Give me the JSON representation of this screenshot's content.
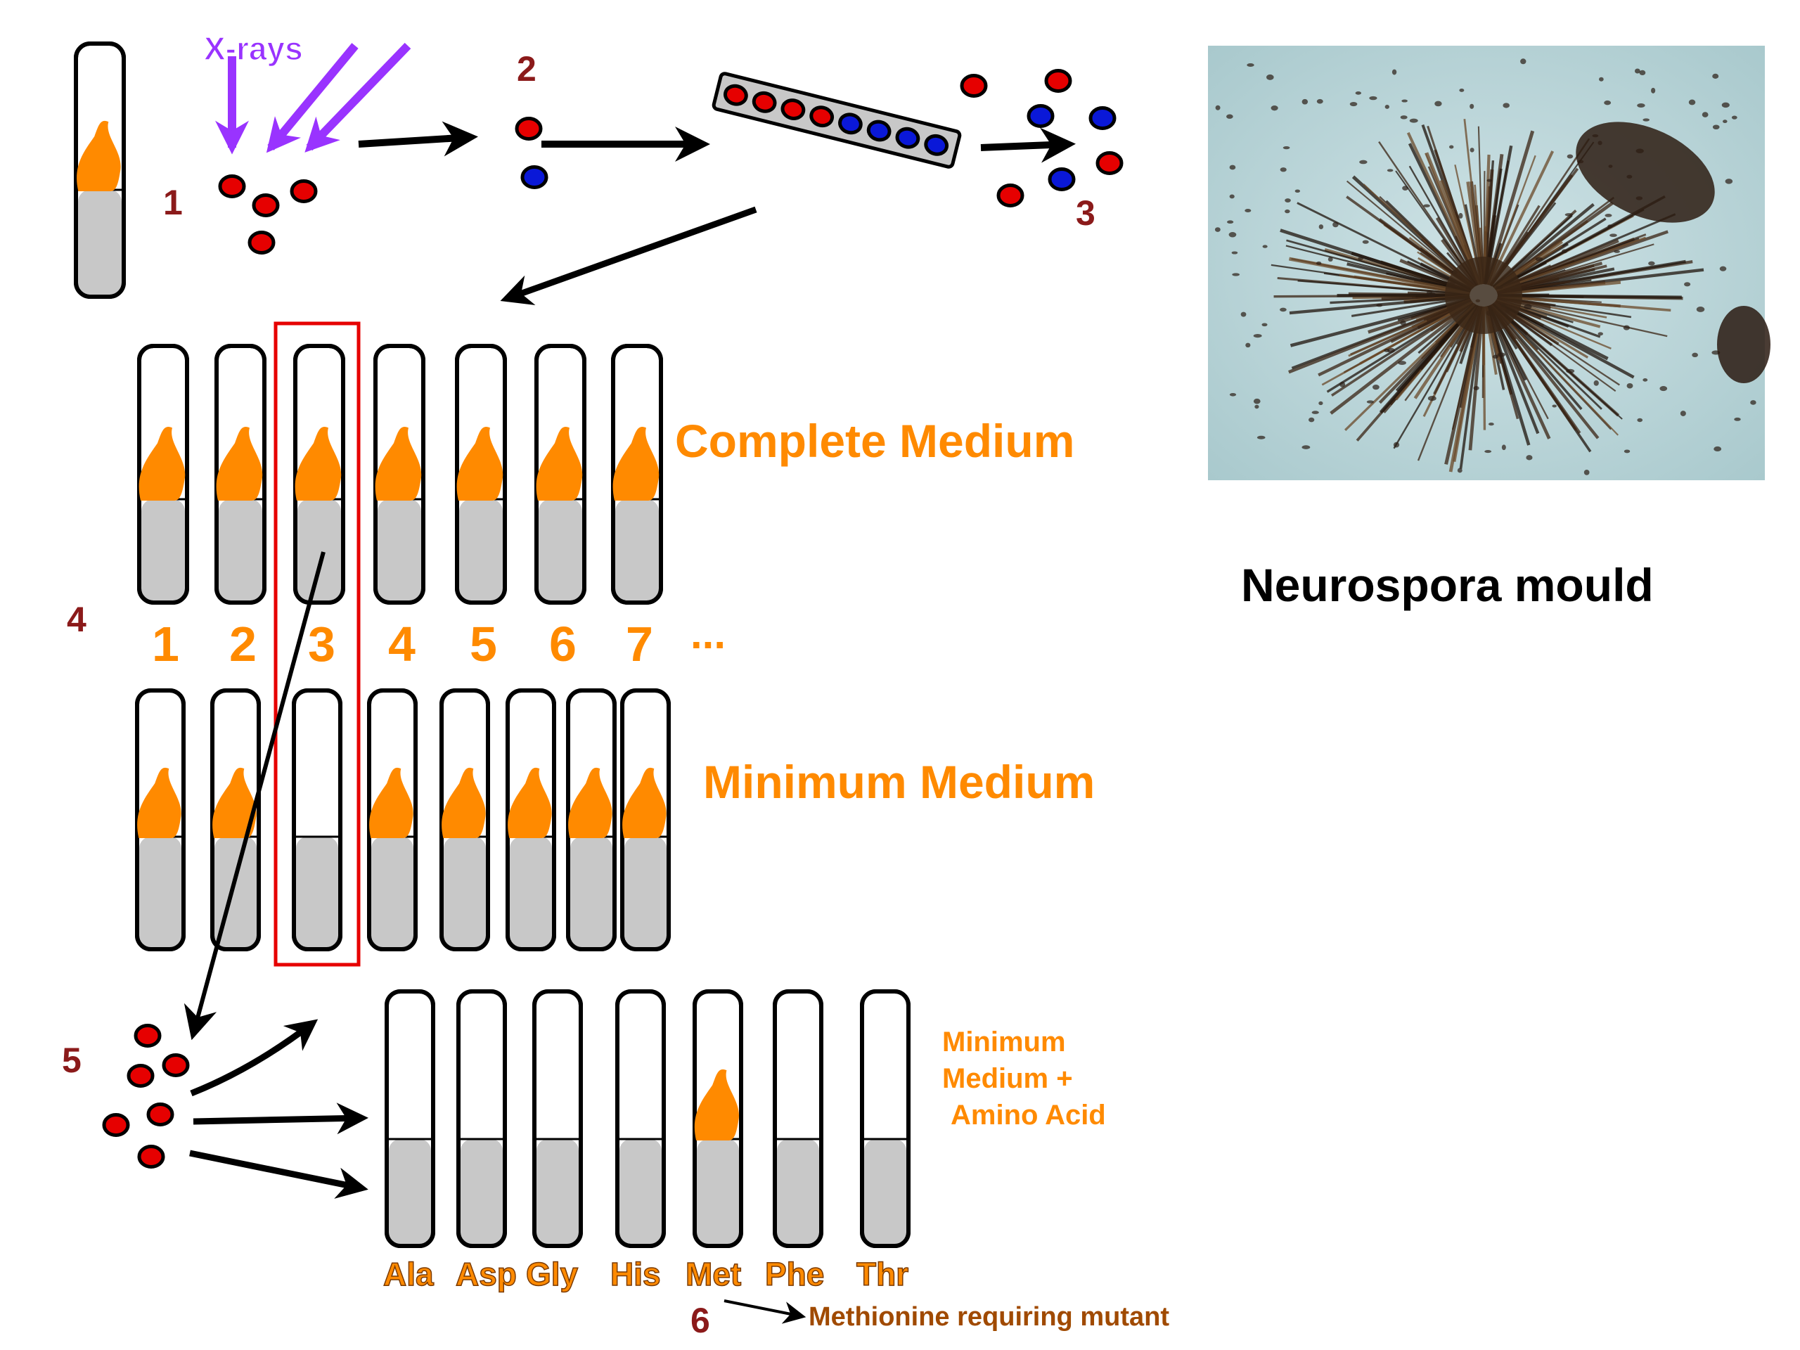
{
  "labels": {
    "xrays": "X-rays",
    "step1": "1",
    "step2": "2",
    "step3": "3",
    "step4": "4",
    "step5": "5",
    "step6": "6",
    "complete_medium": "Complete Medium",
    "minimum_medium": "Minimum Medium",
    "supplement_line1": "Minimum",
    "supplement_line2": "Medium +",
    "supplement_line3": "Amino Acid",
    "mould_caption": "Neurospora mould",
    "mutant_label": "Methionine requiring mutant",
    "ellipsis": "..."
  },
  "tube_numbers": [
    "1",
    "2",
    "3",
    "4",
    "5",
    "6",
    "7"
  ],
  "amino_acids": [
    "Ala",
    "Asp",
    "Gly",
    "His",
    "Met",
    "Phe",
    "Thr"
  ],
  "complete_growth": [
    true,
    true,
    true,
    true,
    true,
    true,
    true
  ],
  "minimum_growth": [
    true,
    true,
    false,
    true,
    true,
    true,
    true,
    true
  ],
  "amino_growth": [
    false,
    false,
    false,
    false,
    true,
    false,
    false
  ],
  "colors": {
    "orange": "#ff8a00",
    "purple": "#9933ff",
    "dark_red": "#8b1a1a",
    "highlight": "#e60000",
    "medium_gray": "#c8c8c8",
    "spore_red": "#e60000",
    "spore_blue": "#0a18d8"
  }
}
